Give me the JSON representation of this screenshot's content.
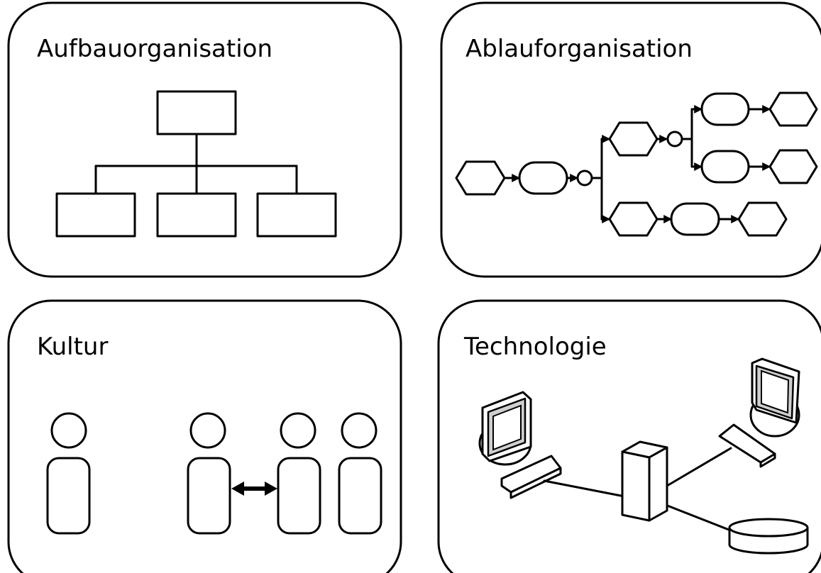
{
  "panels": {
    "aufbau": {
      "title": "Aufbauorganisation"
    },
    "ablauf": {
      "title": "Ablauforganisation"
    },
    "kultur": {
      "title": "Kultur"
    },
    "technologie": {
      "title": "Technologie"
    }
  }
}
